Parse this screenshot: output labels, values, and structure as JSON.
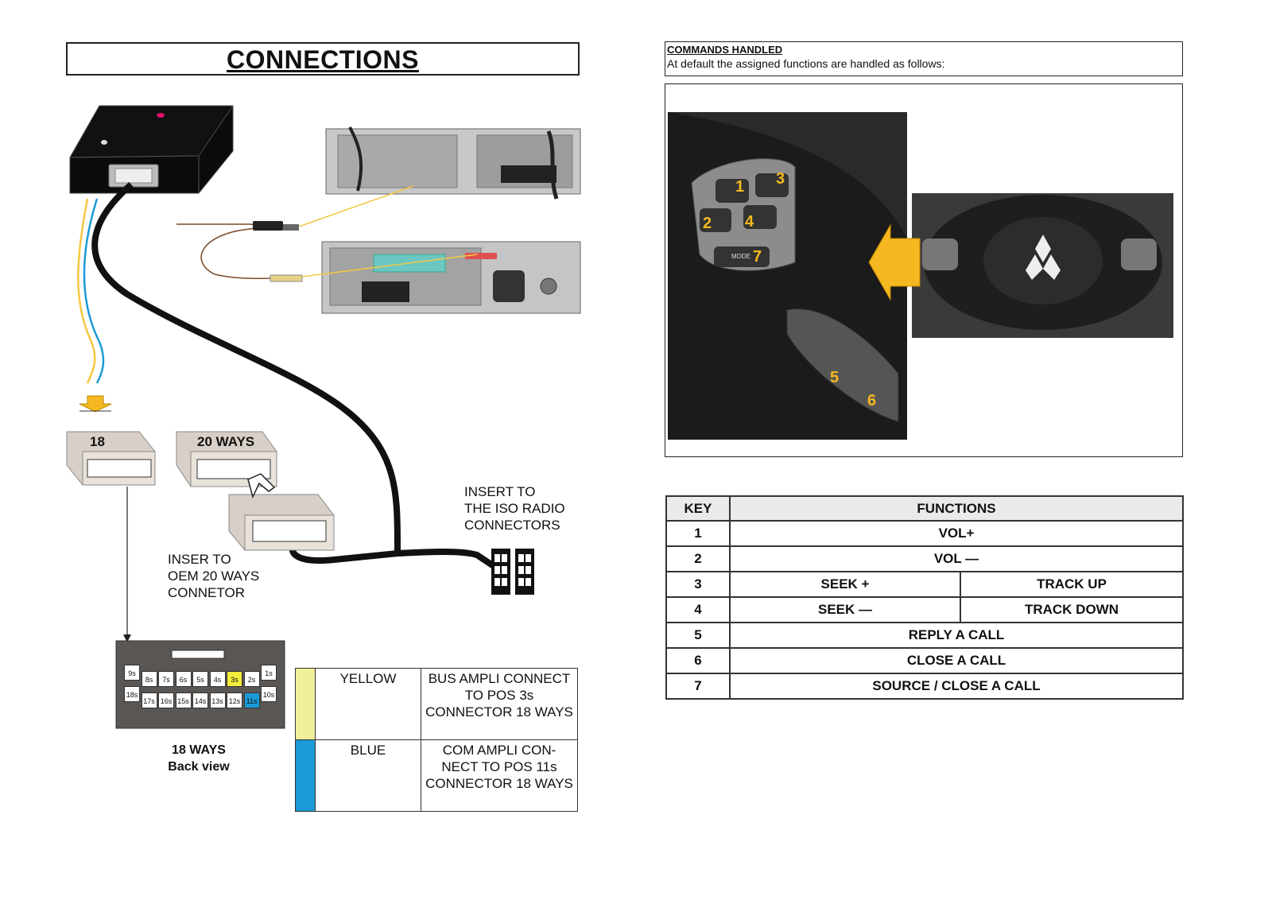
{
  "left": {
    "title": "CONNECTIONS",
    "iso_insert_label": [
      "INSERT TO",
      "THE ISO RADIO",
      "CONNECTORS"
    ],
    "oem_insert_label": [
      "INSER TO",
      "OEM 20 WAYS",
      "CONNETOR"
    ],
    "connector_18_label": "18",
    "connector_20_label": "20 WAYS",
    "back_view_title": "18 WAYS",
    "back_view_sub": "Back view",
    "pins_top": [
      "9s",
      "8s",
      "7s",
      "6s",
      "5s",
      "4s",
      "3s",
      "2s",
      "1s"
    ],
    "pins_bottom": [
      "18s",
      "17s",
      "16s",
      "15s",
      "14s",
      "13s",
      "12s",
      "11s",
      "10s"
    ],
    "wires": [
      {
        "color_name": "YELLOW",
        "swatch": "#f2ef9a",
        "desc": "BUS AMPLI CONNECT TO POS 3s  CONNECTOR 18 WAYS"
      },
      {
        "color_name": "BLUE",
        "swatch": "#1b9ad7",
        "desc": "COM AMPLI CON- NECT TO POS 11s CONNECTOR 18 WAYS"
      }
    ]
  },
  "right": {
    "commands_heading": "COMMANDS HANDLED",
    "commands_sub": "At default the assigned functions are handled as follows:",
    "wheel_labels": [
      "1",
      "2",
      "3",
      "4",
      "5",
      "6",
      "7"
    ],
    "button_mode": "MODE",
    "table_head": {
      "key": "KEY",
      "functions": "FUNCTIONS"
    },
    "rows": [
      {
        "key": "1",
        "a": "VOL+"
      },
      {
        "key": "2",
        "a": "VOL —"
      },
      {
        "key": "3",
        "a": "SEEK +",
        "b": "TRACK UP"
      },
      {
        "key": "4",
        "a": "SEEK —",
        "b": "TRACK DOWN"
      },
      {
        "key": "5",
        "a": "REPLY A CALL"
      },
      {
        "key": "6",
        "a": "CLOSE A CALL"
      },
      {
        "key": "7",
        "a": "SOURCE / CLOSE A CALL"
      }
    ]
  },
  "colors": {
    "accent_yellow": "#f5b820",
    "wire_blue": "#1b9ad7",
    "wire_yellow": "#f5c842",
    "cable": "#111111"
  }
}
